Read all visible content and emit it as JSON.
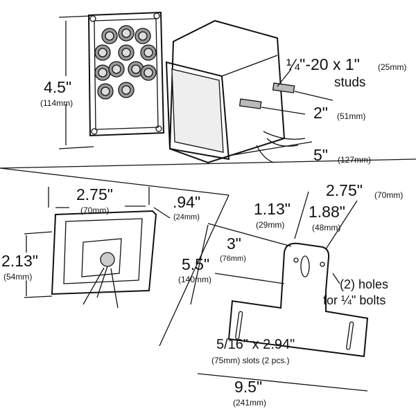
{
  "top_view": {
    "height_in": "4.5\"",
    "height_mm": "(114mm)",
    "studs_in": "¼\"-20 x 1\"",
    "studs_mm": "(25mm)",
    "studs_label": "studs",
    "stud_spacing_in": "2\"",
    "stud_spacing_mm": "(51mm)",
    "depth_in": "5\"",
    "depth_mm": "(127mm)"
  },
  "side_view": {
    "width_in": "2.75\"",
    "width_mm": "(70mm)",
    "flange_in": ".94\"",
    "flange_mm": "(24mm)",
    "height_in": "2.13\"",
    "height_mm": "(54mm)"
  },
  "bracket": {
    "width_in": "2.75\"",
    "width_mm": "(70mm)",
    "offset_in": "1.13\"",
    "offset_mm": "(29mm)",
    "hole_spacing_in": "1.88\"",
    "hole_spacing_mm": "(48mm)",
    "height_in": "3\"",
    "height_mm": "(76mm)",
    "total_height_in": "5.5\"",
    "total_height_mm": "(140mm)",
    "holes_line1": "(2) holes",
    "holes_line2": "for ¼\" bolts",
    "slots_in": "5/16\" x 2.94\"",
    "slots_mm": "(75mm) slots (2 pcs.)",
    "length_in": "9.5\"",
    "length_mm": "(241mm)"
  }
}
